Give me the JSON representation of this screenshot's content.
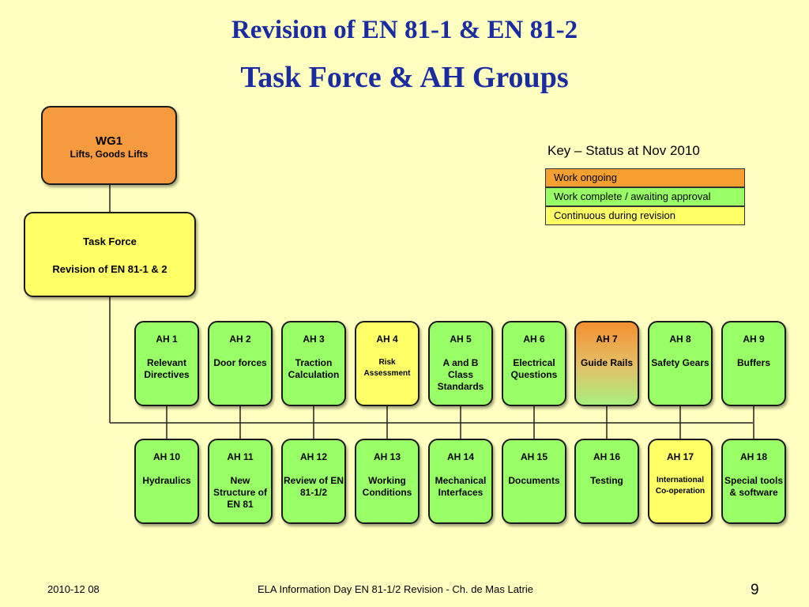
{
  "title": {
    "line1": "Revision of EN 81-1 & EN 81-2",
    "line2": "Task Force & AH Groups"
  },
  "wg1": {
    "name": "WG1",
    "subtitle": "Lifts, Goods Lifts"
  },
  "task_force": {
    "name": "Task Force",
    "subtitle": "Revision of EN 81-1 & 2"
  },
  "key": {
    "title": "Key – Status at Nov 2010",
    "items": [
      {
        "label": "Work ongoing",
        "color": "#f5a030"
      },
      {
        "label": "Work complete / awaiting approval",
        "color": "#99ff66"
      },
      {
        "label": "Continuous during revision",
        "color": "#ffff66"
      }
    ]
  },
  "groups_row1": [
    {
      "id": "AH 1",
      "name": "Relevant Directives",
      "status": "green"
    },
    {
      "id": "AH 2",
      "name": "Door forces",
      "status": "green"
    },
    {
      "id": "AH 3",
      "name": "Traction Calculation",
      "status": "green"
    },
    {
      "id": "AH 4",
      "name": "Risk Assessment",
      "status": "yellow"
    },
    {
      "id": "AH 5",
      "name": "A and B Class Standards",
      "status": "green"
    },
    {
      "id": "AH 6",
      "name": "Electrical Questions",
      "status": "green"
    },
    {
      "id": "AH 7",
      "name": "Guide Rails",
      "status": "orange-green"
    },
    {
      "id": "AH 8",
      "name": "Safety Gears",
      "status": "green"
    },
    {
      "id": "AH 9",
      "name": "Buffers",
      "status": "green"
    }
  ],
  "groups_row2": [
    {
      "id": "AH 10",
      "name": "Hydraulics",
      "status": "green"
    },
    {
      "id": "AH 11",
      "name": "New Structure of EN 81",
      "status": "green"
    },
    {
      "id": "AH 12",
      "name": "Review of EN 81-1/2",
      "status": "green"
    },
    {
      "id": "AH 13",
      "name": "Working Conditions",
      "status": "green"
    },
    {
      "id": "AH 14",
      "name": "Mechanical Interfaces",
      "status": "green"
    },
    {
      "id": "AH 15",
      "name": "Documents",
      "status": "green"
    },
    {
      "id": "AH 16",
      "name": "Testing",
      "status": "green"
    },
    {
      "id": "AH 17",
      "name": "International Co-operation",
      "status": "yellow"
    },
    {
      "id": "AH 18",
      "name": "Special tools & software",
      "status": "green"
    }
  ],
  "footer": {
    "date": "2010-12 08",
    "center": "ELA Information Day EN 81-1/2 Revision - Ch. de Mas Latrie",
    "page": "9"
  }
}
